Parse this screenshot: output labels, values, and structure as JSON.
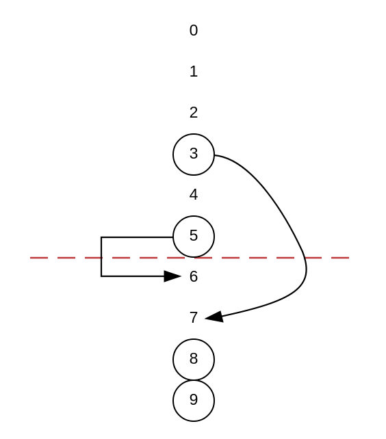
{
  "diagram": {
    "nodes": [
      {
        "id": "0",
        "label": "0",
        "circled": false
      },
      {
        "id": "1",
        "label": "1",
        "circled": false
      },
      {
        "id": "2",
        "label": "2",
        "circled": false
      },
      {
        "id": "3",
        "label": "3",
        "circled": true
      },
      {
        "id": "4",
        "label": "4",
        "circled": false
      },
      {
        "id": "5",
        "label": "5",
        "circled": true
      },
      {
        "id": "6",
        "label": "6",
        "circled": false
      },
      {
        "id": "7",
        "label": "7",
        "circled": false
      },
      {
        "id": "8",
        "label": "8",
        "circled": true
      },
      {
        "id": "9",
        "label": "9",
        "circled": true
      }
    ],
    "edges": [
      {
        "from": "3",
        "to": "7"
      },
      {
        "from": "5",
        "to": "6"
      }
    ],
    "cut_line": {
      "style": "dashed",
      "color": "#c0393b"
    },
    "colors": {
      "stroke": "#000000",
      "node_fill": "#ffffff",
      "cut_line": "#c0393b"
    }
  }
}
